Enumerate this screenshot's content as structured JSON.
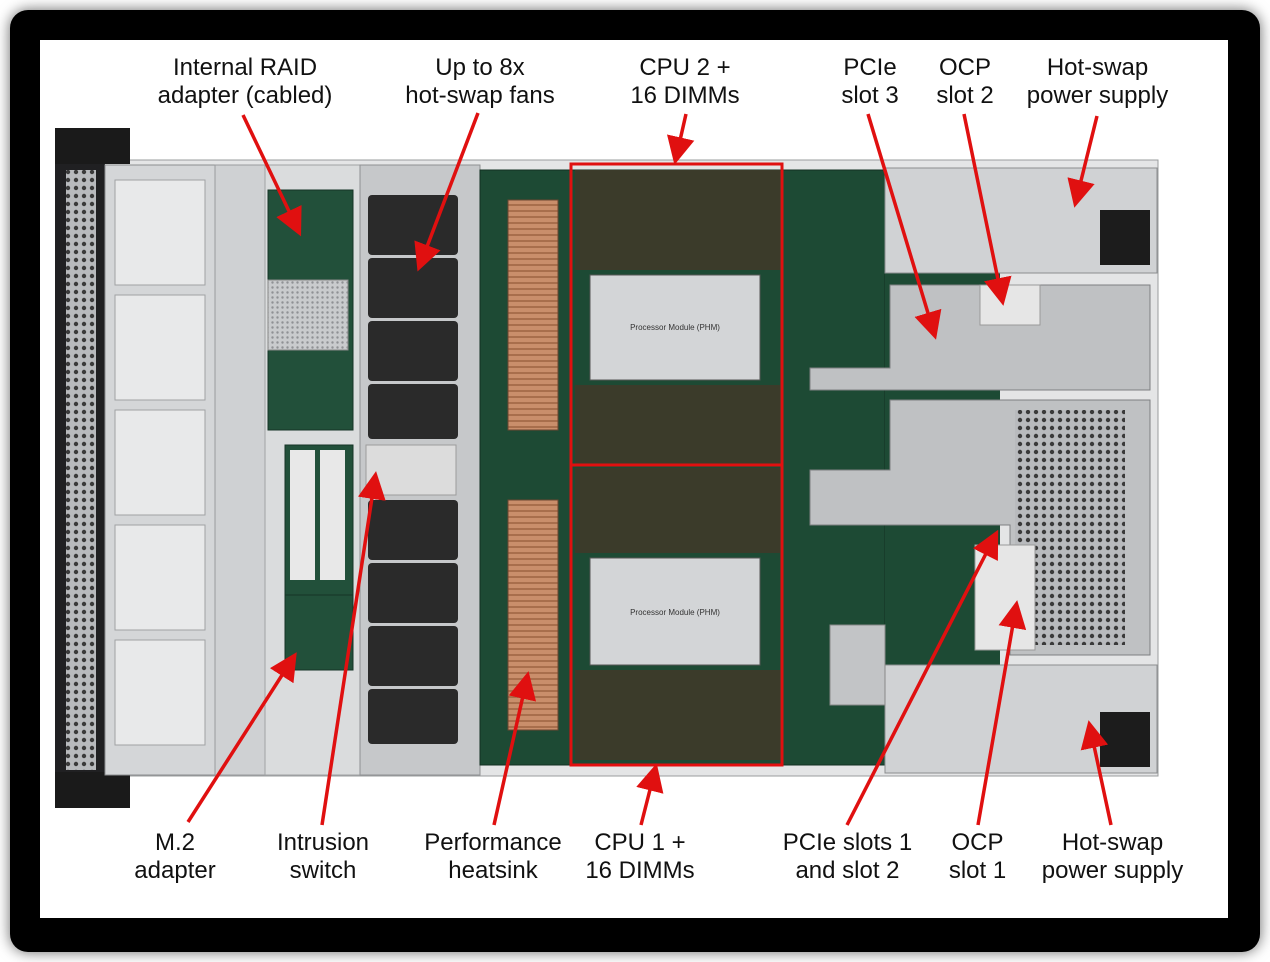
{
  "colors": {
    "accent_red": "#e01010",
    "board_green": "#1d4a34",
    "chassis_gray": "#c4c6c8",
    "heatsink_copper": "#c48a66",
    "fan_black": "#2a2a2a"
  },
  "labels": {
    "raid": {
      "line1": "Internal RAID",
      "line2": "adapter (cabled)"
    },
    "fans": {
      "line1": "Up to 8x",
      "line2": "hot-swap fans"
    },
    "cpu2": {
      "line1": "CPU 2 +",
      "line2": "16 DIMMs"
    },
    "pcie3": {
      "line1": "PCIe",
      "line2": "slot 3"
    },
    "ocp2": {
      "line1": "OCP",
      "line2": "slot 2"
    },
    "psu_top": {
      "line1": "Hot-swap",
      "line2": "power supply"
    },
    "m2": {
      "line1": "M.2",
      "line2": "adapter"
    },
    "intrusion": {
      "line1": "Intrusion",
      "line2": "switch"
    },
    "heatsink": {
      "line1": "Performance",
      "line2": "heatsink"
    },
    "cpu1": {
      "line1": "CPU 1 +",
      "line2": "16 DIMMs"
    },
    "pcie12": {
      "line1": "PCIe slots 1",
      "line2": "and slot 2"
    },
    "ocp1": {
      "line1": "OCP",
      "line2": "slot 1"
    },
    "psu_bottom": {
      "line1": "Hot-swap",
      "line2": "power supply"
    }
  },
  "processor_module_text": "Processor Module (PHM)"
}
